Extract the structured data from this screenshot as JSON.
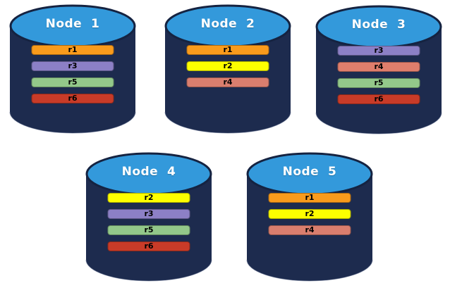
{
  "diagram": {
    "description": "Replica distribution across five database nodes",
    "colors": {
      "cylinder_body": "#1D2B4E",
      "cylinder_top": "#3399DB",
      "cylinder_outline": "#152341",
      "bar_text": "#000000",
      "title_text": "#FFFFFF"
    },
    "nodes": [
      {
        "label": "Node  1",
        "replicas": [
          {
            "label": "r1",
            "color": "#F99B1C"
          },
          {
            "label": "r3",
            "color": "#8C80C6"
          },
          {
            "label": "r5",
            "color": "#93C88A"
          },
          {
            "label": "r6",
            "color": "#C83B28"
          }
        ]
      },
      {
        "label": "Node  2",
        "replicas": [
          {
            "label": "r1",
            "color": "#F99B1C"
          },
          {
            "label": "r2",
            "color": "#FDFF00"
          },
          {
            "label": "r4",
            "color": "#D97E6E"
          }
        ]
      },
      {
        "label": "Node  3",
        "replicas": [
          {
            "label": "r3",
            "color": "#8C80C6"
          },
          {
            "label": "r4",
            "color": "#DF7E6C"
          },
          {
            "label": "r5",
            "color": "#93C88A"
          },
          {
            "label": "r6",
            "color": "#C83B28"
          }
        ]
      },
      {
        "label": "Node  4",
        "replicas": [
          {
            "label": "r2",
            "color": "#FDFF00"
          },
          {
            "label": "r3",
            "color": "#8C80C6"
          },
          {
            "label": "r5",
            "color": "#93C88A"
          },
          {
            "label": "r6",
            "color": "#C83B28"
          }
        ]
      },
      {
        "label": "Node  5",
        "replicas": [
          {
            "label": "r1",
            "color": "#F99B1C"
          },
          {
            "label": "r2",
            "color": "#FDFF00"
          },
          {
            "label": "r4",
            "color": "#D97E6E"
          }
        ]
      }
    ]
  }
}
